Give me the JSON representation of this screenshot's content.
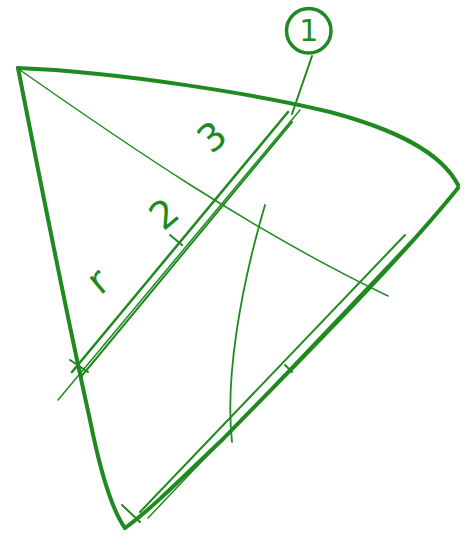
{
  "diagram": {
    "nodes": [
      {
        "text": [
          "1"
        ]
      }
    ],
    "labels": [
      "r",
      "2",
      "3"
    ]
  }
}
